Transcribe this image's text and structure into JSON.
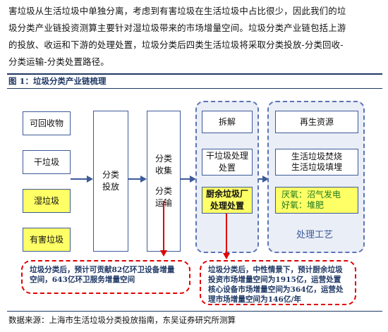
{
  "intro": {
    "line1": "害垃圾从生活垃圾中单独分离，考虑到有害垃圾在生活垃圾中占比很少，因此我们的垃",
    "line2": "圾分类产业链投资测算主要针对湿垃圾带来的市场增量空间。垃圾分类产业链包括上游",
    "line3": "的投放、收运和下游的处理处置，垃圾分类后四类生活垃圾将采取分类投放-分类回收-",
    "line4": "分类运输-分类处置路径。"
  },
  "figure": {
    "title": "图 1：垃圾分类产业链梳理",
    "categories": [
      "可回收物",
      "干垃圾",
      "湿垃圾",
      "有害垃圾"
    ],
    "sort_deposit": [
      "分",
      "类",
      "投",
      "放"
    ],
    "collect_transport": [
      "分",
      "类",
      "收",
      "集",
      "分",
      "类",
      "运",
      "输"
    ],
    "disassembly": {
      "header": "拆解",
      "dry_waste_box": "干垃圾处理处置",
      "kitchen_waste_box": "厨余垃圾厂处理处置"
    },
    "renewable": {
      "header": "再生资源",
      "incineration_box_line1": "生活垃圾焚烧",
      "incineration_box_line2": "生活垃圾填埋",
      "anaerobic_line1": "厌氧：沼气发电",
      "anaerobic_line2": "好氧：堆肥",
      "process_label": "处理工艺"
    },
    "note_left": "垃圾分类后，预计可贡献82亿环卫设备增量空间，643亿环卫服务增量空间",
    "note_right": "垃圾分类后，中性情景下，预计厨余垃圾投资市场增量空间为1915亿，运营处置核心设备市场增量空间为364亿，运营处理市场增量空间为146亿/年",
    "colors": {
      "box_border": "#3d5a99",
      "highlight": "#ffff66",
      "note_border": "#e00000"
    }
  },
  "source": "数据来源：上海市生活垃圾分类投放指南，东吴证券研究所测算"
}
